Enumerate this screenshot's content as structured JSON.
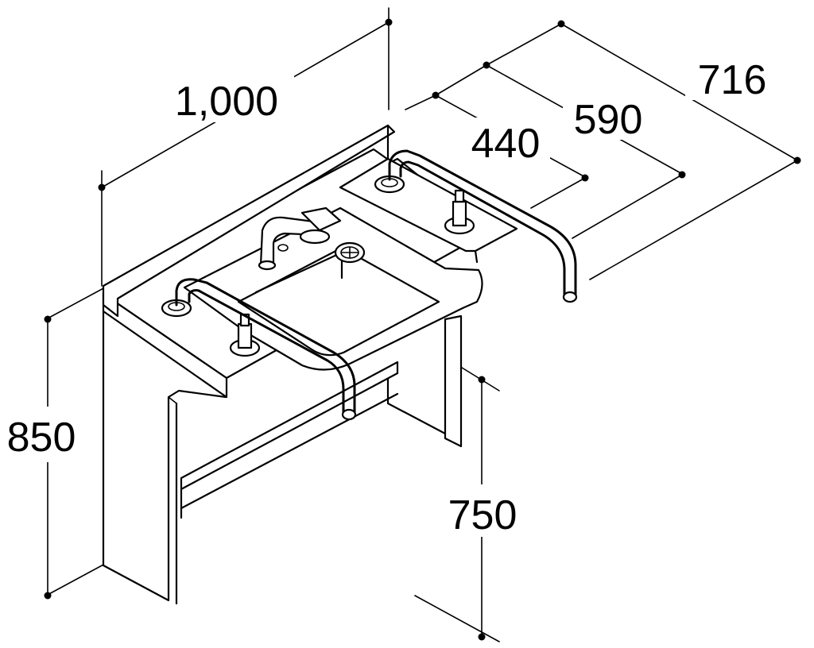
{
  "dimensions": {
    "width": "1,000",
    "depth_total": "716",
    "depth_mid": "590",
    "depth_bowl": "440",
    "height_total": "850",
    "height_under": "750"
  }
}
